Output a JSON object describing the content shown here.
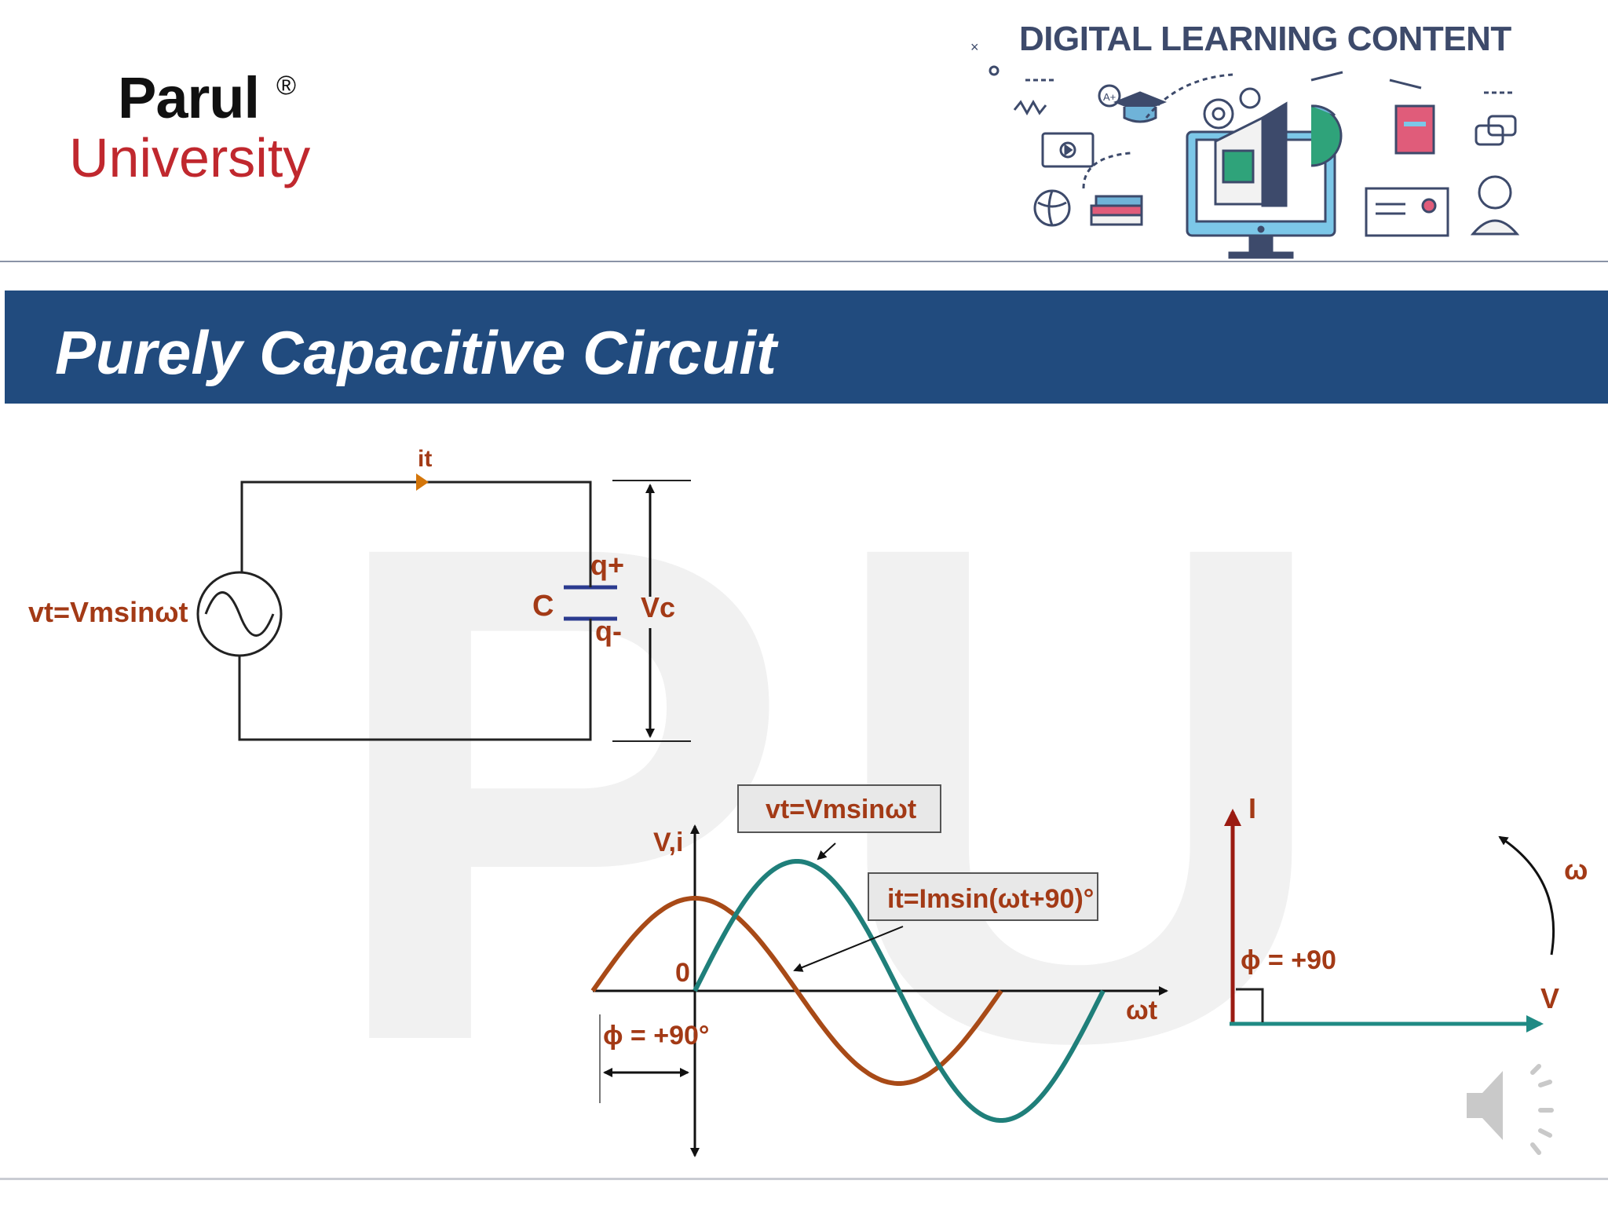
{
  "header": {
    "logo_name": "Parul",
    "logo_reg": "®",
    "logo_sub": "University",
    "dlc_title": "DIGITAL LEARNING CONTENT"
  },
  "banner": {
    "title": "Purely Capacitive Circuit"
  },
  "watermark": "PU",
  "circuit": {
    "source_label": "vt=Vmsinωt",
    "current_label": "it",
    "cap_label": "C",
    "q_plus": "q+",
    "q_minus": "q-",
    "vc_label": "Vc"
  },
  "waveform": {
    "axis_label_y": "V,i",
    "origin_label": "0",
    "axis_label_x": "ωt",
    "voltage_box": "vt=Vmsinωt",
    "current_box": "it=Imsin(ωt+90)°",
    "phase_label": "ϕ = +90°",
    "phase_shift_deg": 90,
    "colors": {
      "voltage": "#1f7f7a",
      "current": "#a84a17"
    }
  },
  "phasor": {
    "current_label": "I",
    "voltage_label": "V",
    "omega_label": "ω",
    "phase_label": "ϕ = +90"
  },
  "icons": [
    "graduation-cap-icon",
    "gear-icon",
    "book-icon",
    "globe-icon",
    "monitor-icon",
    "chat-icon",
    "support-agent-icon",
    "speaker-icon"
  ]
}
